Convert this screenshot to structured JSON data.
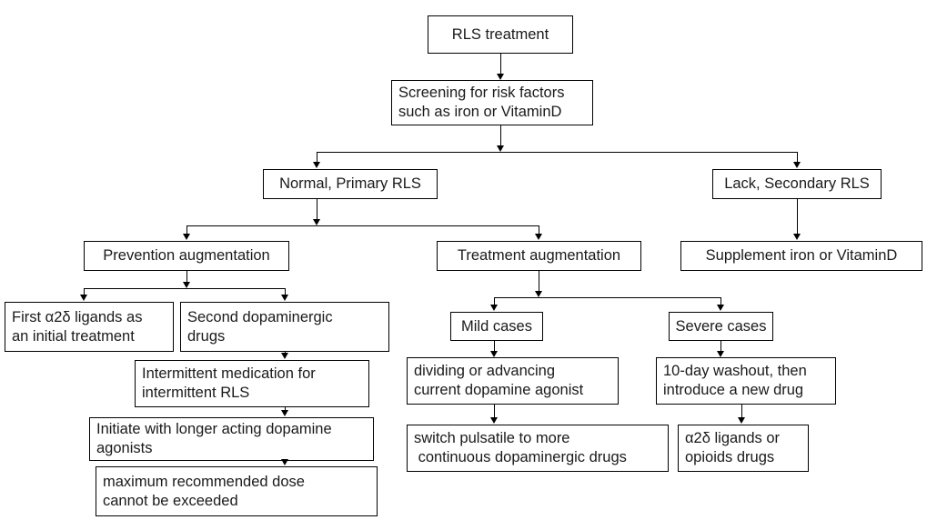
{
  "diagram": {
    "title": "RLS treatment flowchart",
    "stroke_color": "#000000",
    "text_color": "#1a1a1a",
    "background_color": "#ffffff",
    "nodes": {
      "root": "RLS treatment",
      "screening": "Screening for risk factors\nsuch as iron or VitaminD",
      "normal_primary": "Normal, Primary RLS",
      "lack_secondary": "Lack, Secondary RLS",
      "prevention_augmentation": "Prevention augmentation",
      "treatment_augmentation": "Treatment augmentation",
      "supplement": "Supplement iron or VitaminD",
      "first_ligands": "First α2δ ligands as\nan initial treatment",
      "second_dopaminergic": "Second dopaminergic\ndrugs",
      "intermittent": "Intermittent medication for\nintermittent RLS",
      "initiate_longer": "Initiate with longer acting dopamine\nagonists",
      "maximum_dose": "maximum recommended dose\ncannot be exceeded",
      "mild_cases": "Mild cases",
      "severe_cases": "Severe cases",
      "dividing_advancing": "dividing or advancing\ncurrent dopamine agonist",
      "washout": "10-day washout, then\nintroduce a new drug",
      "switch_pulsatile": "switch pulsatile to more\n continuous dopaminergic drugs",
      "ligands_opioids": "α2δ ligands or\nopioids drugs"
    }
  }
}
